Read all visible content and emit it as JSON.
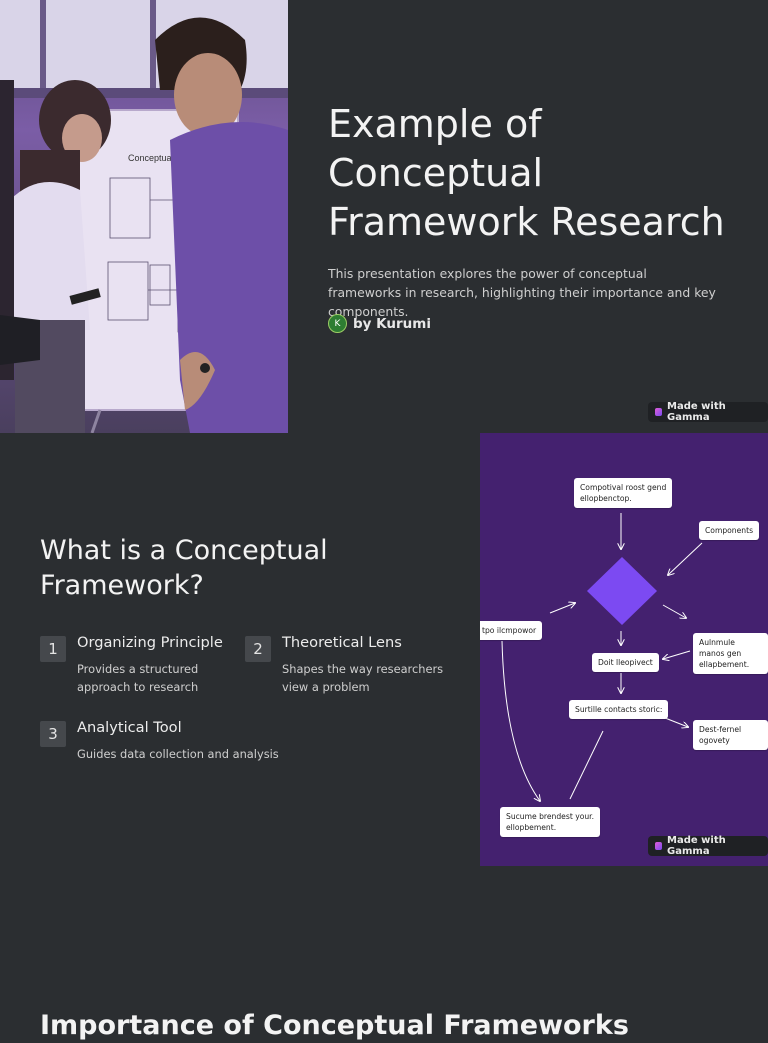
{
  "slide1": {
    "title": "Example of\nConceptual\nFramework Research",
    "description": "This presentation explores the power of conceptual frameworks in research, highlighting their importance and key components.",
    "author": {
      "initial": "K",
      "name": "by Kurumi"
    },
    "photo_whiteboard_text": "Conceptual Framework",
    "badge": "Made with Gamma"
  },
  "slide2": {
    "title": "What is a Conceptual\nFramework?",
    "items": [
      {
        "number": "1",
        "title": "Organizing Principle",
        "description": "Provides a structured approach to research"
      },
      {
        "number": "2",
        "title": "Theoretical Lens",
        "description": "Shapes the way researchers view a problem"
      },
      {
        "number": "3",
        "title": "Analytical Tool",
        "description": "Guides data collection and analysis"
      }
    ],
    "diagram_nodes": [
      "Compotival roost gend\nellopbenctop.",
      "Components",
      "tpo ilcmpowor",
      "Aulnmule manos gen\nellapbement.",
      "Doit lleopivect",
      "Surtille contacts storic:",
      "Dest-fernel ogovety",
      "Sucume brendest your.\nellopbement."
    ],
    "badge": "Made with Gamma"
  },
  "slide3": {
    "title": "Importance of Conceptual Frameworks"
  },
  "colors": {
    "background": "#2b2e31",
    "diagram_bg": "#44216f",
    "diamond": "#7c4af2",
    "number_box": "#45484c"
  }
}
